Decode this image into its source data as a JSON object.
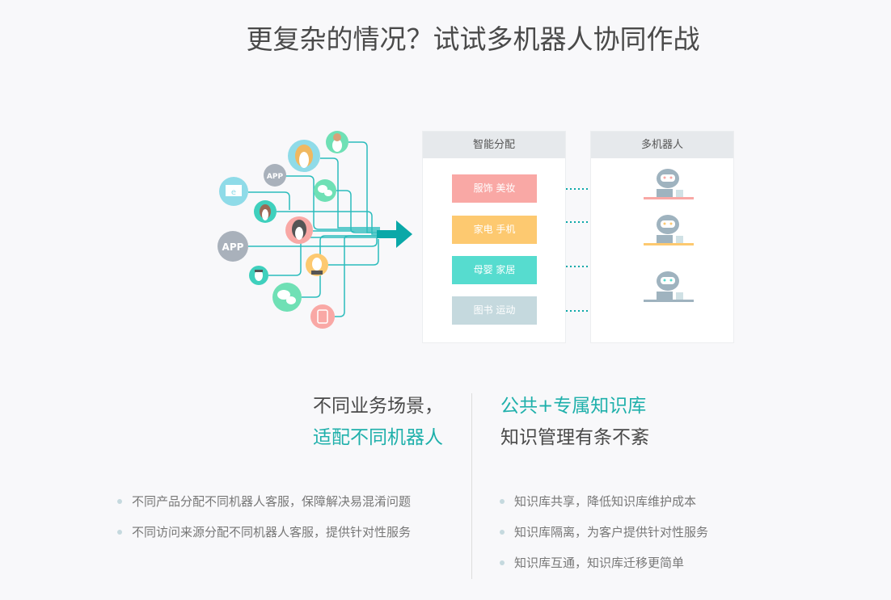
{
  "title": "更复杂的情况？试试多机器人协同作战",
  "illustration": {
    "sources": [
      "person",
      "person",
      "APP",
      "browser-monitor",
      "wechat",
      "person",
      "person",
      "APP",
      "person",
      "person",
      "wechat",
      "mobile"
    ],
    "panel_distribute": {
      "title": "智能分配",
      "categories": [
        {
          "label": "服饰 美妆",
          "color": "#f9a8a5"
        },
        {
          "label": "家电 手机",
          "color": "#fdc970"
        },
        {
          "label": "母婴 家居",
          "color": "#56dccf"
        },
        {
          "label": "图书 运动",
          "color": "#c5d9de"
        }
      ]
    },
    "panel_robots": {
      "title": "多机器人"
    },
    "accent": "#0aa8a8"
  },
  "left": {
    "heading_line1": "不同业务场景，",
    "heading_line2": "适配不同机器人",
    "bullets": [
      "不同产品分配不同机器人客服，保障解决易混淆问题",
      "不同访问来源分配不同机器人客服，提供针对性服务"
    ]
  },
  "right": {
    "heading_line1": "公共+专属知识库",
    "heading_line2": "知识管理有条不紊",
    "bullets": [
      "知识库共享，降低知识库维护成本",
      "知识库隔离，为客户提供针对性服务",
      "知识库互通，知识库迁移更简单"
    ]
  }
}
